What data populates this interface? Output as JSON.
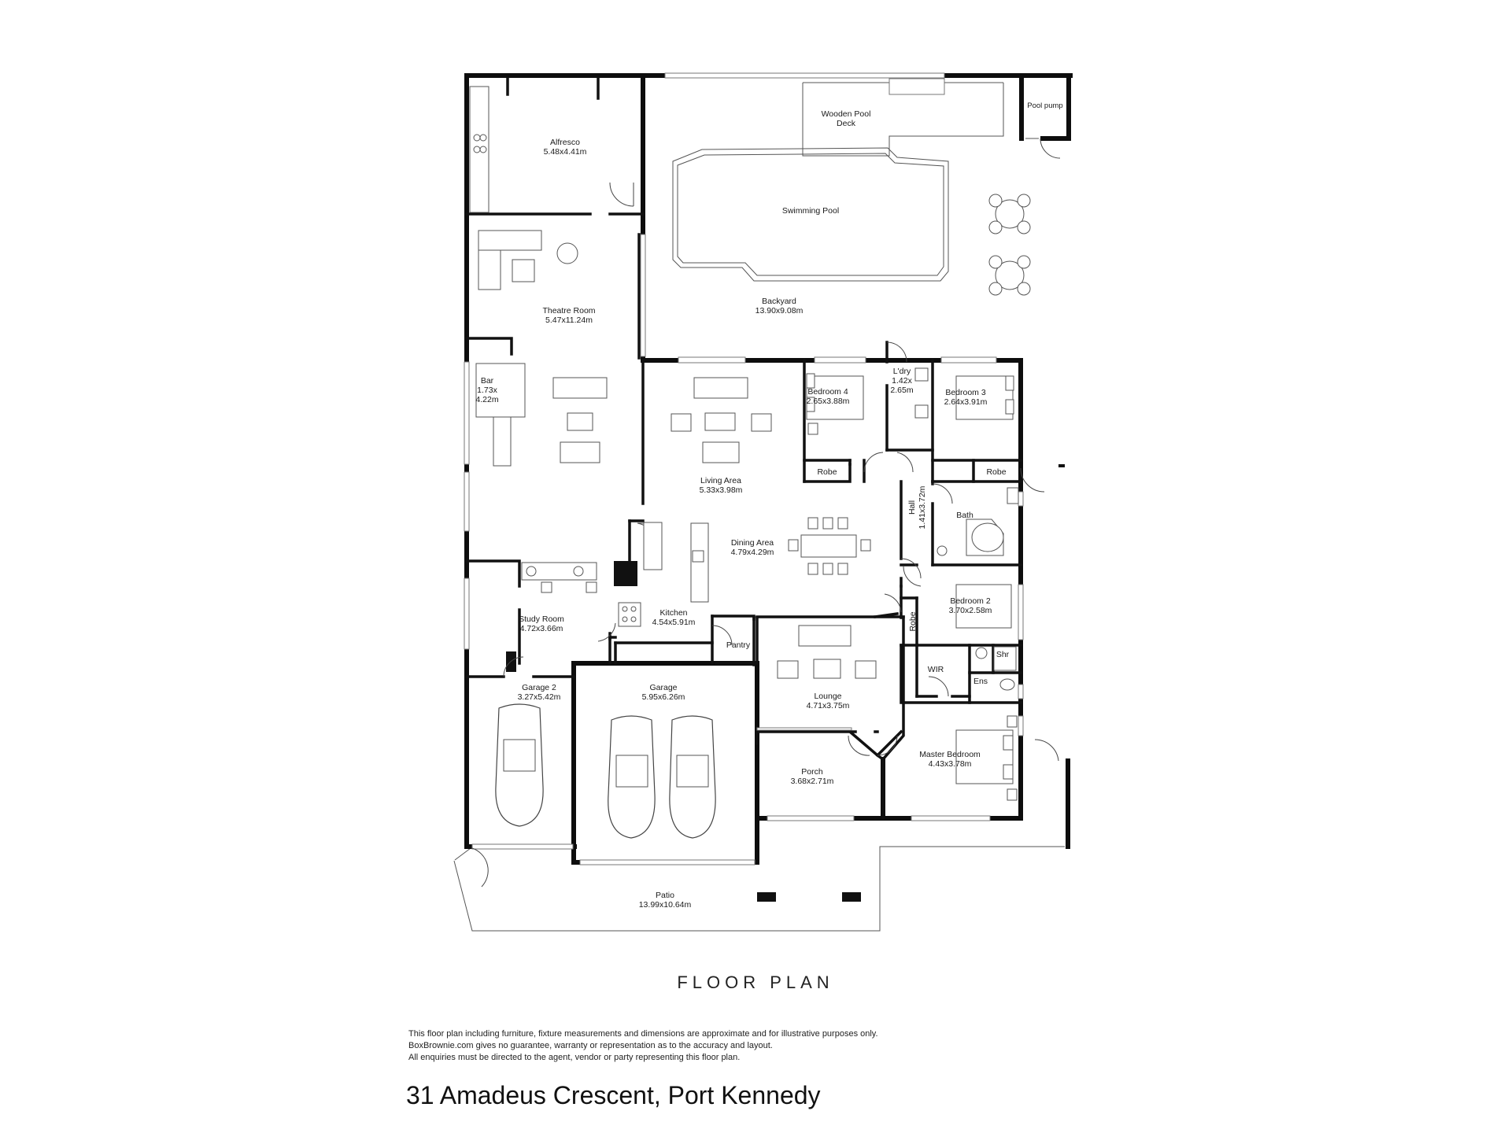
{
  "rooms": {
    "alfresco": {
      "name": "Alfresco",
      "dims": "5.48x4.41m"
    },
    "pool_deck": {
      "line1": "Wooden Pool",
      "line2": "Deck"
    },
    "pool_pump": {
      "name": "Pool pump"
    },
    "pool": {
      "name": "Swimming Pool"
    },
    "backyard": {
      "name": "Backyard",
      "dims": "13.90x9.08m"
    },
    "theatre": {
      "name": "Theatre Room",
      "dims": "5.47x11.24m"
    },
    "bar": {
      "name": "Bar",
      "line2": "1.73x",
      "line3": "4.22m"
    },
    "living": {
      "name": "Living Area",
      "dims": "5.33x3.98m"
    },
    "bedroom4": {
      "name": "Bedroom 4",
      "dims": "2.65x3.88m"
    },
    "laundry": {
      "name": "L'dry",
      "line2": "1.42x",
      "line3": "2.65m"
    },
    "bedroom3": {
      "name": "Bedroom 3",
      "dims": "2.64x3.91m"
    },
    "robe_b4": {
      "name": "Robe"
    },
    "robe_b3": {
      "name": "Robe"
    },
    "hall": {
      "name": "Hall",
      "dims": "1.41x3.72m"
    },
    "bath": {
      "name": "Bath"
    },
    "dining": {
      "name": "Dining Area",
      "dims": "4.79x4.29m"
    },
    "bedroom2": {
      "name": "Bedroom 2",
      "dims": "3.70x2.58m"
    },
    "robe_b2": {
      "name": "Robe"
    },
    "study": {
      "name": "Study Room",
      "dims": "4.72x3.66m"
    },
    "kitchen": {
      "name": "Kitchen",
      "dims": "4.54x5.91m"
    },
    "pantry": {
      "name": "Pantry"
    },
    "wir": {
      "name": "WIR"
    },
    "shr": {
      "name": "Shr"
    },
    "ens": {
      "name": "Ens"
    },
    "lounge": {
      "name": "Lounge",
      "dims": "4.71x3.75m"
    },
    "garage2": {
      "name": "Garage 2",
      "dims": "3.27x5.42m"
    },
    "garage": {
      "name": "Garage",
      "dims": "5.95x6.26m"
    },
    "porch": {
      "name": "Porch",
      "dims": "3.68x2.71m"
    },
    "master": {
      "name": "Master Bedroom",
      "dims": "4.43x3.78m"
    },
    "patio": {
      "name": "Patio",
      "dims": "13.99x10.64m"
    }
  },
  "footer": {
    "title": "FLOOR PLAN",
    "disclaimer": [
      "This floor plan including furniture, fixture measurements and dimensions are approximate and for illustrative purposes only.",
      "BoxBrownie.com gives no guarantee, warranty or representation as to the accuracy and layout.",
      "All enquiries must be directed to the agent, vendor or party representing this floor plan."
    ],
    "address": "31 Amadeus Crescent, Port Kennedy"
  }
}
